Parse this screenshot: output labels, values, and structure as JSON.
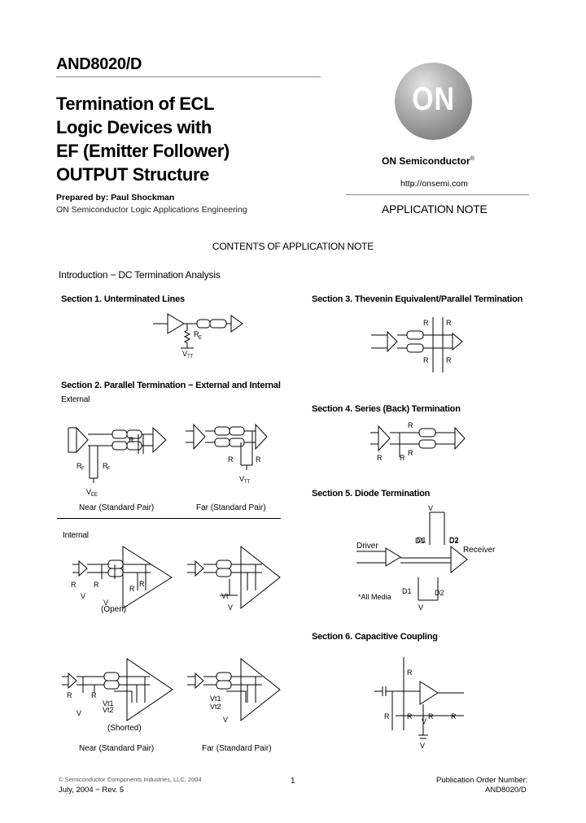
{
  "doc_number": "AND8020/D",
  "title": "Termination of ECL\nLogic Devices with\nEF (Emitter Follower)\nOUTPUT Structure",
  "prepared_by": "Prepared by: Paul Shockman",
  "organization": "ON Semiconductor Logic Applications Engineering",
  "logo_text": "ON",
  "brand": "ON Semiconductor",
  "brand_mark": "®",
  "url": "http://onsemi.com",
  "app_note_label": "APPLICATION NOTE",
  "contents_heading": "CONTENTS OF APPLICATION NOTE",
  "intro_line": "Introduction − DC Termination Analysis",
  "sections": {
    "s1": "Section 1. Unterminated Lines",
    "s2": "Section 2. Parallel Termination − External and Internal",
    "s2_external": "External",
    "s2_internal": "Internal",
    "s3": "Section 3. Thevenin Equivalent/Parallel Termination",
    "s4": "Section 4. Series (Back) Termination",
    "s5": "Section 5. Diode Termination",
    "s6": "Section 6. Capacitive Coupling"
  },
  "captions": {
    "near_pair": "Near (Standard Pair)",
    "far_pair": "Far (Standard Pair)"
  },
  "labels": {
    "open": "(Open)",
    "shorted": "(Shorted)",
    "driver": "Driver",
    "receiver": "Receiver",
    "all_media": "*All Media",
    "d1": "D1",
    "d2": "D2"
  },
  "footer": {
    "copyright": "© Semiconductor Components Industries, LLC, 2004",
    "date_rev": "July, 2004 − Rev. 5",
    "page": "1",
    "pub_label": "Publication Order Number:",
    "pub_number": "AND8020/D"
  }
}
